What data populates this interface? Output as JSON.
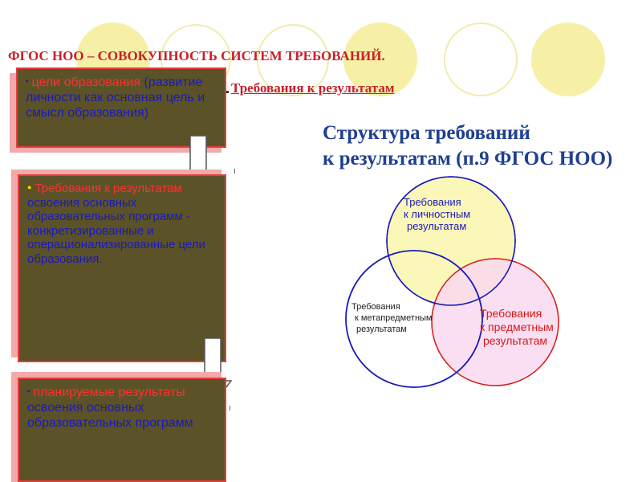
{
  "title": "ФГОС НОО – СОВОКУПНОСТЬ СИСТЕМ ТРЕБОВАНИЙ.",
  "boxes": {
    "box1": {
      "bullet": "▪",
      "lead": "цели образования",
      "rest": "(развитие личности как основная цель и смысл образования)"
    },
    "box2": {
      "bullet": "●",
      "lead": "Требования к результатам",
      "rest": "освоения основных образовательных программ - конкретизированные и операционализированные цели образования."
    },
    "box3": {
      "bullet": "▪",
      "lead": "планируемые результаты",
      "rest": "освоения основных образовательных программ"
    }
  },
  "link_text": "Требования к результатам",
  "structure_title": {
    "line1": "Структура требований",
    "line2": "к результатам (п.9 ФГОС НОО)"
  },
  "venn": {
    "top": {
      "line1": "Требования",
      "line2": "к личностным",
      "line3": "результатам"
    },
    "left": {
      "line1": "Требования",
      "line2": "к метапредметным",
      "line3": "результатам"
    },
    "right": {
      "line1": "Требования",
      "line2": "к предметным",
      "line3": "результатам"
    }
  },
  "colors": {
    "title_red": "#c8202a",
    "box_fill": "#5c5228",
    "box_border": "#e63c3c",
    "text_red": "#ff3030",
    "text_blue": "#1a1ab8",
    "struct_blue": "#1f3f8f",
    "circle_yellow": "#fbf7b8",
    "circle_pink": "#f8d9ee"
  }
}
